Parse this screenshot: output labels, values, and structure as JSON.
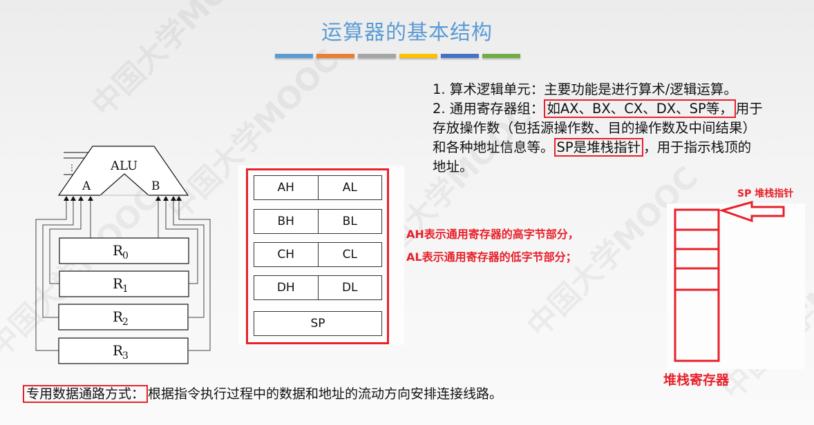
{
  "title": "运算器的基本结构",
  "title_color": "#5b9bd5",
  "divider_colors": [
    "#5b9bd5",
    "#ed7d31",
    "#a5a5a5",
    "#ffc000",
    "#4472c4",
    "#70ad47"
  ],
  "watermark": "中国大学MOOC",
  "points": {
    "p1": "1. 算术逻辑单元：主要功能是进行算术/逻辑运算。",
    "p2_prefix": "2. 通用寄存器组：",
    "p2_boxed": "如AX、BX、CX、DX、SP等，",
    "p2_suffix": "用于",
    "p2_line2": "存放操作数（包括源操作数、目的操作数及中间结果）",
    "p2_line3_prefix": "和各种地址信息等。",
    "p2_line3_boxed": "SP是堆栈指针",
    "p2_line3_suffix": "，用于指示栈顶的",
    "p2_line4": "地址。"
  },
  "alu_diagram": {
    "alu_label": "ALU",
    "port_a": "A",
    "port_b": "B",
    "ellipsis": "⋮",
    "registers": [
      {
        "name": "R",
        "sub": "0"
      },
      {
        "name": "R",
        "sub": "1"
      },
      {
        "name": "R",
        "sub": "2"
      },
      {
        "name": "R",
        "sub": "3"
      }
    ]
  },
  "register_group": {
    "rows": [
      {
        "high": "AH",
        "low": "AL"
      },
      {
        "high": "BH",
        "low": "BL"
      },
      {
        "high": "CH",
        "low": "CL"
      },
      {
        "high": "DH",
        "low": "DL"
      }
    ],
    "sp": "SP"
  },
  "notes": {
    "ah": "AH表示通用寄存器的高字节部分，",
    "al": "AL表示通用寄存器的低字节部分；"
  },
  "stack": {
    "pointer_label": "SP 堆栈指针",
    "label": "堆栈寄存器",
    "accent": "#e8202a"
  },
  "bottom": {
    "boxed": "专用数据通路方式：",
    "text": "根据指令执行过程中的数据和地址的流动方向安排连接线路。"
  }
}
